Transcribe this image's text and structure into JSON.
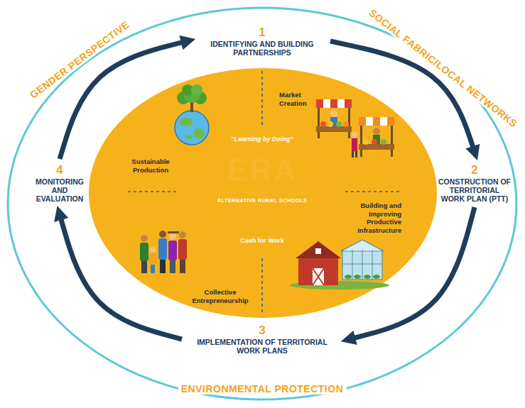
{
  "diagram": {
    "nodes": [
      {
        "text": [
          "GENDER PERSPECTIVE",
          "SOCIAL FABRIC/LOCAL NETWORKS",
          "ENVIRONMENTAL PROTECTION"
        ]
      },
      {
        "text": [
          "1",
          "IDENTIFYING AND BUILDING PARTNERSHIPS"
        ],
        "in": 0
      },
      {
        "text": [
          "2",
          "CONSTRUCTION OF TERRITORIAL WORK PLAN (PTT)"
        ],
        "in": 0
      },
      {
        "text": [
          "3",
          "IMPLEMENTATION OF TERRITORIAL WORK PLANS"
        ],
        "in": 0
      },
      {
        "text": [
          "4",
          "MONITORING AND EVALUATION"
        ],
        "in": 0
      },
      {
        "text": [
          "Market Creation",
          "Building and Improving Productive Infrastructure",
          "Collective Entrepreneurship",
          "Sustainable Production"
        ],
        "in": 0
      },
      {
        "text": [
          "“Learning by Doing”",
          "ERA",
          "ESCUELAS RURALES ALTERNATIVAS",
          "ALTERNATIVE RURAL SCHOOLS",
          "Cash for Work"
        ],
        "in": 5
      }
    ],
    "edges": [
      {
        "from": 1,
        "to": 2,
        "arrow": "to"
      },
      {
        "from": 2,
        "to": 3,
        "arrow": "to"
      },
      {
        "from": 3,
        "to": 4,
        "arrow": "to"
      },
      {
        "from": 4,
        "to": 1,
        "arrow": "to"
      }
    ]
  }
}
